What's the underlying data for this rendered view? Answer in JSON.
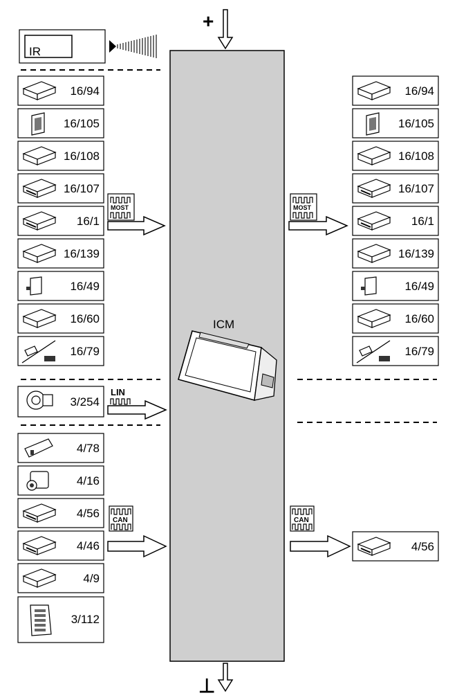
{
  "ir": {
    "label": "IR"
  },
  "icm": {
    "label": "ICM"
  },
  "power": {
    "plus": "+",
    "ground": "⊥"
  },
  "buses": {
    "most": "MOST",
    "lin": "LIN",
    "can": "CAN"
  },
  "left_most_modules": [
    {
      "label": "16/94",
      "icon": "flat-module-icon"
    },
    {
      "label": "16/105",
      "icon": "upright-module-icon"
    },
    {
      "label": "16/108",
      "icon": "drive-box-icon"
    },
    {
      "label": "16/107",
      "icon": "radio-unit-icon"
    },
    {
      "label": "16/1",
      "icon": "head-unit-icon"
    },
    {
      "label": "16/139",
      "icon": "bracket-module-icon"
    },
    {
      "label": "16/49",
      "icon": "small-box-icon"
    },
    {
      "label": "16/60",
      "icon": "camera-module-icon"
    },
    {
      "label": "16/79",
      "icon": "antenna-module-icon"
    }
  ],
  "left_lin_modules": [
    {
      "label": "3/254",
      "icon": "motor-icon"
    }
  ],
  "left_can_modules": [
    {
      "label": "4/78",
      "icon": "switch-module-icon"
    },
    {
      "label": "4/16",
      "icon": "actuator-icon"
    },
    {
      "label": "4/56",
      "icon": "control-panel-icon"
    },
    {
      "label": "4/46",
      "icon": "control-unit-icon"
    },
    {
      "label": "4/9",
      "icon": "housing-icon"
    },
    {
      "label": "3/112",
      "icon": "fuse-box-icon"
    }
  ],
  "right_most_modules": [
    {
      "label": "16/94",
      "icon": "flat-module-icon"
    },
    {
      "label": "16/105",
      "icon": "upright-module-icon"
    },
    {
      "label": "16/108",
      "icon": "drive-box-icon"
    },
    {
      "label": "16/107",
      "icon": "radio-unit-icon"
    },
    {
      "label": "16/1",
      "icon": "head-unit-icon"
    },
    {
      "label": "16/139",
      "icon": "bracket-module-icon"
    },
    {
      "label": "16/49",
      "icon": "small-box-icon"
    },
    {
      "label": "16/60",
      "icon": "camera-module-icon"
    },
    {
      "label": "16/79",
      "icon": "antenna-module-icon"
    }
  ],
  "right_can_modules": [
    {
      "label": "4/56",
      "icon": "control-panel-icon"
    }
  ]
}
